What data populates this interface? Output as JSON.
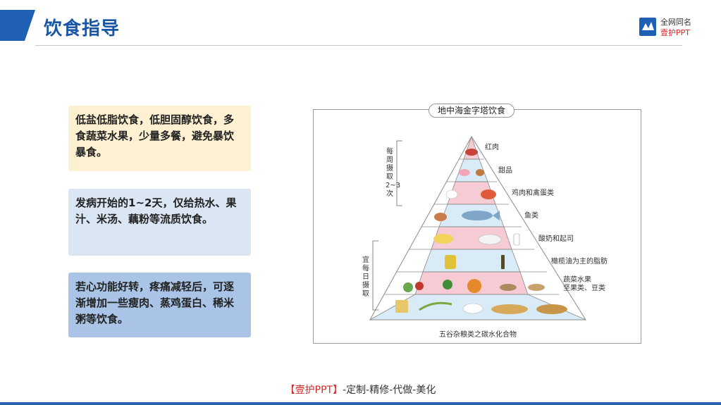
{
  "header": {
    "title": "饮食指导"
  },
  "logo": {
    "line1": "全网同名",
    "line2": "壹护PPT"
  },
  "boxes": [
    {
      "text": "低盐低脂饮食，低胆固醇饮食，多食蔬菜水果，少量多餐，避免暴饮暴食。"
    },
    {
      "text": "发病开始的1~2天，仅给热水、果汁、米汤、藕粉等流质饮食。"
    },
    {
      "text": "若心功能好转，疼痛减轻后，可逐渐增加一些瘦肉、蒸鸡蛋白、稀米粥等饮食。"
    }
  ],
  "pyramid": {
    "title": "地中海金字塔饮食",
    "tiers": [
      {
        "label": "红肉"
      },
      {
        "label": "甜品"
      },
      {
        "label": "鸡肉和禽蛋类"
      },
      {
        "label": "鱼类"
      },
      {
        "label": "酸奶和起司"
      },
      {
        "label": "橄榄油为主的脂肪"
      },
      {
        "label_line1": "蔬菜水果",
        "label_line2": "坚果类、豆类"
      }
    ],
    "base_label": "五谷杂粮类之碳水化合物",
    "weekly_label": "每周摄取2~3次",
    "daily_label": "宜每日摄取"
  },
  "footer": {
    "brand": "【壹护PPT】",
    "slogan": "-定制-精修-代做-美化"
  }
}
